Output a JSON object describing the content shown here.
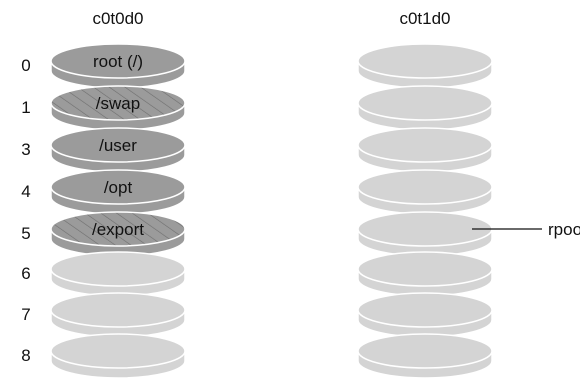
{
  "disks": [
    {
      "name": "c0t0d0",
      "slices": [
        {
          "number": "0",
          "label": "root (/)",
          "fill": "dark",
          "hatched": false
        },
        {
          "number": "1",
          "label": "/swap",
          "fill": "dark",
          "hatched": true
        },
        {
          "number": "3",
          "label": "/user",
          "fill": "dark",
          "hatched": false
        },
        {
          "number": "4",
          "label": "/opt",
          "fill": "dark",
          "hatched": false
        },
        {
          "number": "5",
          "label": "/export",
          "fill": "dark",
          "hatched": true
        },
        {
          "number": "6",
          "label": "",
          "fill": "light",
          "hatched": false
        },
        {
          "number": "7",
          "label": "",
          "fill": "light",
          "hatched": false
        },
        {
          "number": "8",
          "label": "",
          "fill": "light",
          "hatched": false
        }
      ]
    },
    {
      "name": "c0t1d0",
      "slice_count": 8,
      "pool_label": "rpool"
    }
  ],
  "colors": {
    "dark_slice": "#9b9b9b",
    "light_slice": "#d4d4d4",
    "outline": "#ffffff",
    "text": "#111111",
    "hatch": "#6e6e6e"
  }
}
